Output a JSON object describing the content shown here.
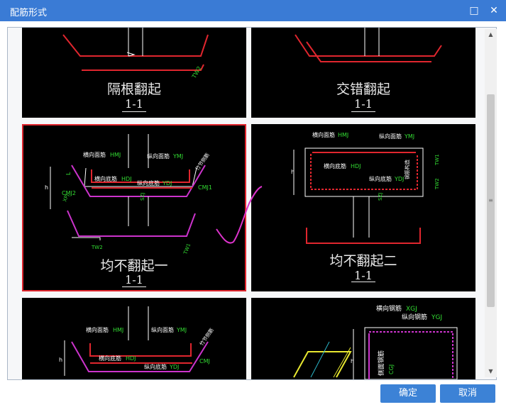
{
  "window": {
    "title": "配筋形式",
    "maximize_icon": "maximize-icon",
    "close_icon": "close-icon"
  },
  "options": [
    {
      "name": "隔根翻起",
      "section": "1-1",
      "selected": false
    },
    {
      "name": "交错翻起",
      "section": "1-1",
      "selected": false
    },
    {
      "name": "均不翻起一",
      "section": "1-1",
      "selected": true,
      "labels": {
        "top_bar": "横向面筋",
        "top_code": "HMJ",
        "long_top": "纵向面筋",
        "long_top_code": "YMJ",
        "bottom_bar": "横向底筋",
        "bottom_code": "HDJ",
        "long_bottom": "纵向底筋",
        "long_bottom_code": "YDJ",
        "side": "竹节侧筋",
        "cj2": "CMJ2",
        "cj1": "CMJ1",
        "tw1": "TW1",
        "tw2": "TW2",
        "h": "h",
        "xpj": "XPJ",
        "szj": "SZJ",
        "l": "L"
      }
    },
    {
      "name": "均不翻起二",
      "section": "1-1",
      "selected": false,
      "labels": {
        "top_bar": "横向面筋",
        "top_code": "HMJ",
        "long_top": "纵向面筋",
        "long_top_code": "YMJ",
        "bottom_bar": "横向底筋",
        "bottom_code": "HDJ",
        "long_bottom": "纵向底筋",
        "long_bottom_code": "YDJ",
        "side": "钢筋构造",
        "tw1": "TW1",
        "tw2": "TW2",
        "h": "h",
        "szj": "SZJ"
      }
    },
    {
      "name": "",
      "section": "",
      "selected": false,
      "labels": {
        "top_bar": "横向面筋",
        "top_code": "HMJ",
        "long_top": "纵向面筋",
        "long_top_code": "YMJ",
        "bottom_bar": "横向底筋",
        "bottom_code": "HDJ",
        "long_bottom": "纵向底筋",
        "long_bottom_code": "YDJ",
        "side": "竹节侧筋",
        "cmj": "CMJ",
        "h": "h"
      }
    },
    {
      "name": "",
      "section": "",
      "selected": false,
      "labels": {
        "xgj_label": "横向钢筋",
        "xgj_code": "XGJ",
        "ygj_label": "纵向钢筋",
        "ygj_code": "YGJ",
        "cgj_label": "侧面钢筋",
        "cgj_code": "CGJ",
        "h": "h"
      }
    }
  ],
  "colors": {
    "rebar": "#e0262e",
    "top_rebar": "#e0262e",
    "sloped": "#cc33cc",
    "label_code": "#33dd33",
    "structure": "#ffffff",
    "checkmark": "#dd33cc"
  },
  "footer": {
    "ok_label": "确定",
    "cancel_label": "取消"
  }
}
